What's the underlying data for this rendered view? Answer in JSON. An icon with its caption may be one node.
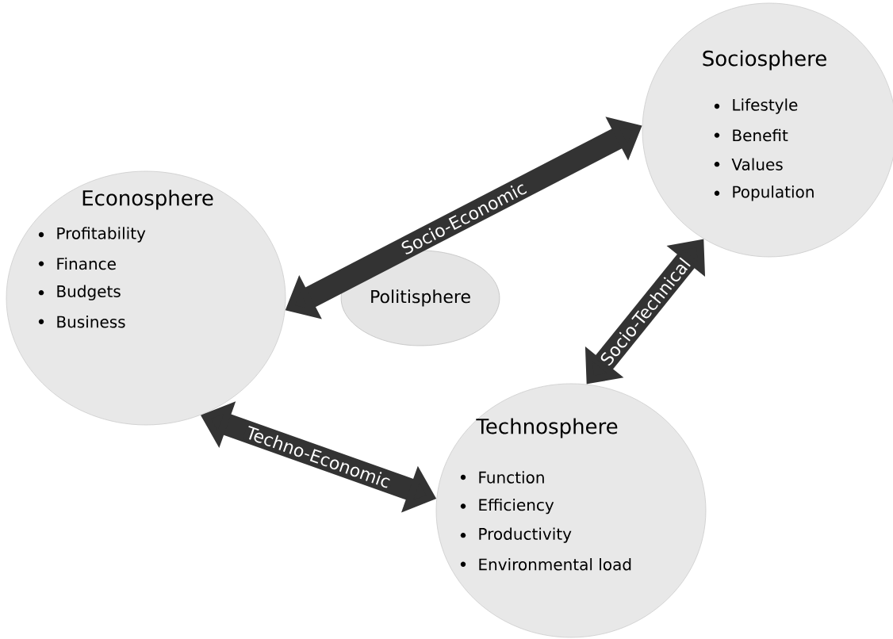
{
  "diagram": {
    "nodes": [
      {
        "text": [
          "Econosphere",
          "Profitability",
          "Finance",
          "Budgets",
          "Business"
        ]
      },
      {
        "text": [
          "Sociosphere",
          "Lifestyle",
          "Benefit",
          "Values",
          "Population"
        ]
      },
      {
        "text": [
          "Politisphere"
        ]
      },
      {
        "text": [
          "Technosphere",
          "Function",
          "Efficiency",
          "Productivity",
          "Environmental load"
        ]
      }
    ],
    "edges": [
      {
        "from": 0,
        "to": 1,
        "arrow": "both",
        "label": "Socio-Economic"
      },
      {
        "from": 0,
        "to": 3,
        "arrow": "both",
        "label": "Techno-Economic"
      },
      {
        "from": 1,
        "to": 3,
        "arrow": "both",
        "label": "Socio-Technical"
      }
    ]
  }
}
